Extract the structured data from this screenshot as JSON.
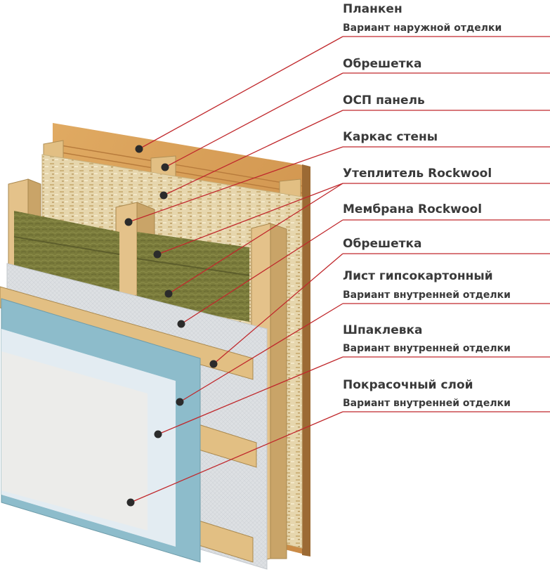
{
  "layers": [
    {
      "title": "Планкен",
      "subtitle": "Вариант наружной отделки"
    },
    {
      "title": "Обрешетка",
      "subtitle": ""
    },
    {
      "title": "ОСП панель",
      "subtitle": ""
    },
    {
      "title": "Каркас стены",
      "subtitle": ""
    },
    {
      "title": "Утеплитель Rockwool",
      "subtitle": ""
    },
    {
      "title": "Мембрана Rockwool",
      "subtitle": ""
    },
    {
      "title": "Обрешетка",
      "subtitle": ""
    },
    {
      "title": "Лист гипсокартонный",
      "subtitle": "Вариант внутренней отделки"
    },
    {
      "title": "Шпаклевка",
      "subtitle": "Вариант внутренней отделки"
    },
    {
      "title": "Покрасочный слой",
      "subtitle": "Вариант внутренней отделки"
    }
  ],
  "colors": {
    "leader": "#c0282c",
    "dot": "#2b2b2b",
    "text": "#3a3a3a",
    "plank": "#d49a55",
    "osb": "#e4d3a8",
    "timber": "#e2bf83",
    "insulation": "#7b7c3c",
    "membrane": "#dfe1e3",
    "drywall": "#8dbccb",
    "putty": "#e3ecf2",
    "paint": "#ececea"
  }
}
